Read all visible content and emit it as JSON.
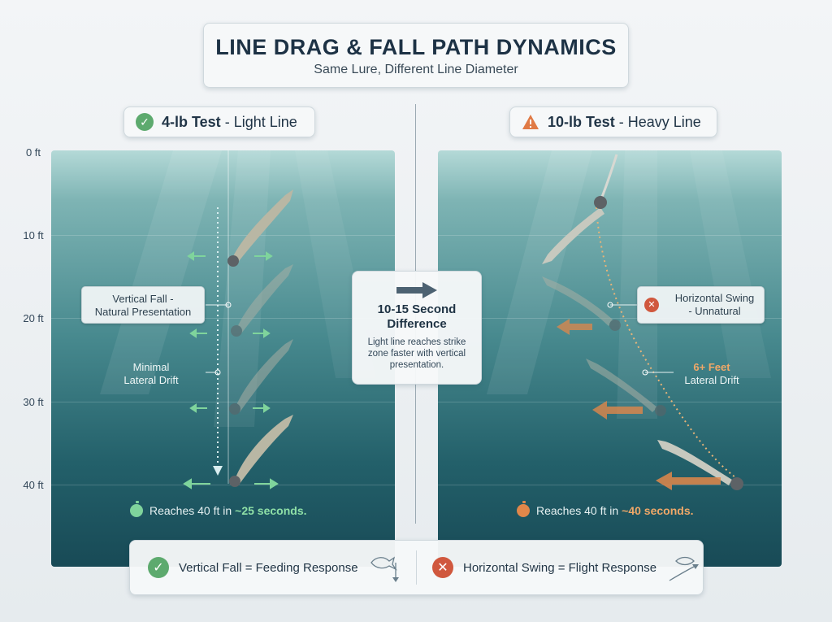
{
  "header": {
    "title": "LINE DRAG & FALL PATH DYNAMICS",
    "subtitle": "Same Lure, Different Line Diameter"
  },
  "left_panel": {
    "tag_bold": "4-lb Test",
    "tag_rest": "- Light Line",
    "icon": "check-icon",
    "callout_fall": "Vertical Fall -\nNatural Presentation",
    "callout_drift": "Minimal\nLateral Drift",
    "reach_prefix": "Reaches 40 ft in",
    "reach_value": "~25 seconds.",
    "accent": "#5daa6e"
  },
  "right_panel": {
    "tag_bold": "10-lb Test",
    "tag_rest": "- Heavy Line",
    "icon": "warning-icon",
    "callout_swing": "Horizontal Swing\n- Unnatural",
    "callout_drift_value": "6+ Feet",
    "callout_drift_label": "Lateral Drift",
    "reach_prefix": "Reaches 40 ft in",
    "reach_value": "~40 seconds.",
    "accent": "#e0874a"
  },
  "depth_labels": [
    "0 ft",
    "10 ft",
    "20 ft",
    "30 ft",
    "40 ft"
  ],
  "difference": {
    "title": "10-15 Second\nDifference",
    "body": "Light line reaches strike zone faster with vertical presentation."
  },
  "bottom": {
    "left_text": "Vertical Fall = Feeding Response",
    "right_text": "Horizontal Swing = Flight Response"
  },
  "colors": {
    "title": "#1d3245",
    "ok": "#5daa6e",
    "bad": "#d0583e",
    "orange": "#e0874a"
  }
}
